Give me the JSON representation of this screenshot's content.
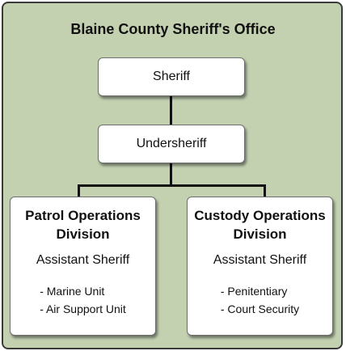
{
  "title": "Blaine County Sheriff's Office",
  "sheriff": "Sheriff",
  "undersheriff": "Undersheriff",
  "divisions": [
    {
      "title_line1": "Patrol Operations",
      "title_line2": "Division",
      "subtitle": "Assistant Sheriff",
      "units": [
        "- Marine Unit",
        "- Air Support Unit"
      ]
    },
    {
      "title_line1": "Custody Operations",
      "title_line2": "Division",
      "subtitle": "Assistant Sheriff",
      "units": [
        "- Penitentiary",
        "- Court Security"
      ]
    }
  ],
  "colors": {
    "background": "#c3d1b1",
    "box": "#ffffff",
    "connector": "#111111"
  }
}
